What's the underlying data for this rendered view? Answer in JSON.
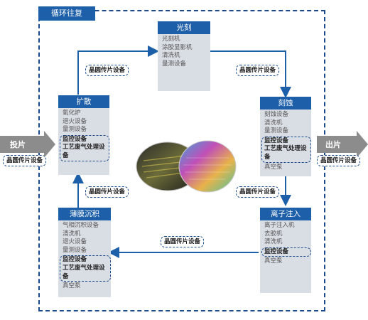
{
  "loop_label": "循环往复",
  "input_label": "投片",
  "output_label": "出片",
  "equipment_label": "晶圆传片设备",
  "stages": {
    "litho": {
      "title": "光刻",
      "items": [
        "光刻机",
        "涂胶显影机",
        "清洗机",
        "量测设备"
      ]
    },
    "etch": {
      "title": "刻蚀",
      "items": [
        "刻蚀设备",
        "清洗机",
        "量测设备"
      ],
      "group": [
        "监控设备",
        "工艺废气处理设备"
      ],
      "after": [
        "真空泵"
      ]
    },
    "ion": {
      "title": "离子注入",
      "items": [
        "离子注入机",
        "去胶机",
        "清洗机"
      ],
      "group": [
        "监控设备"
      ],
      "after": [
        "真空泵"
      ]
    },
    "film": {
      "title": "薄膜沉积",
      "items": [
        "气相沉积设备",
        "清洗机",
        "退火设备",
        "量测设备"
      ],
      "group": [
        "监控设备",
        "工艺废气处理设备"
      ],
      "after": [
        "真空泵"
      ]
    },
    "diffusion": {
      "title": "扩散",
      "items": [
        "氧化炉",
        "退火设备",
        "量测设备"
      ],
      "group": [
        "监控设备",
        "工艺废气处理设备"
      ],
      "after": []
    }
  },
  "colors": {
    "header_blue": "#1d5fa8",
    "dash_blue": "#1a4a8a",
    "stage_bg": "#d9dde4",
    "arrow_gray": "#8c8c8c"
  }
}
